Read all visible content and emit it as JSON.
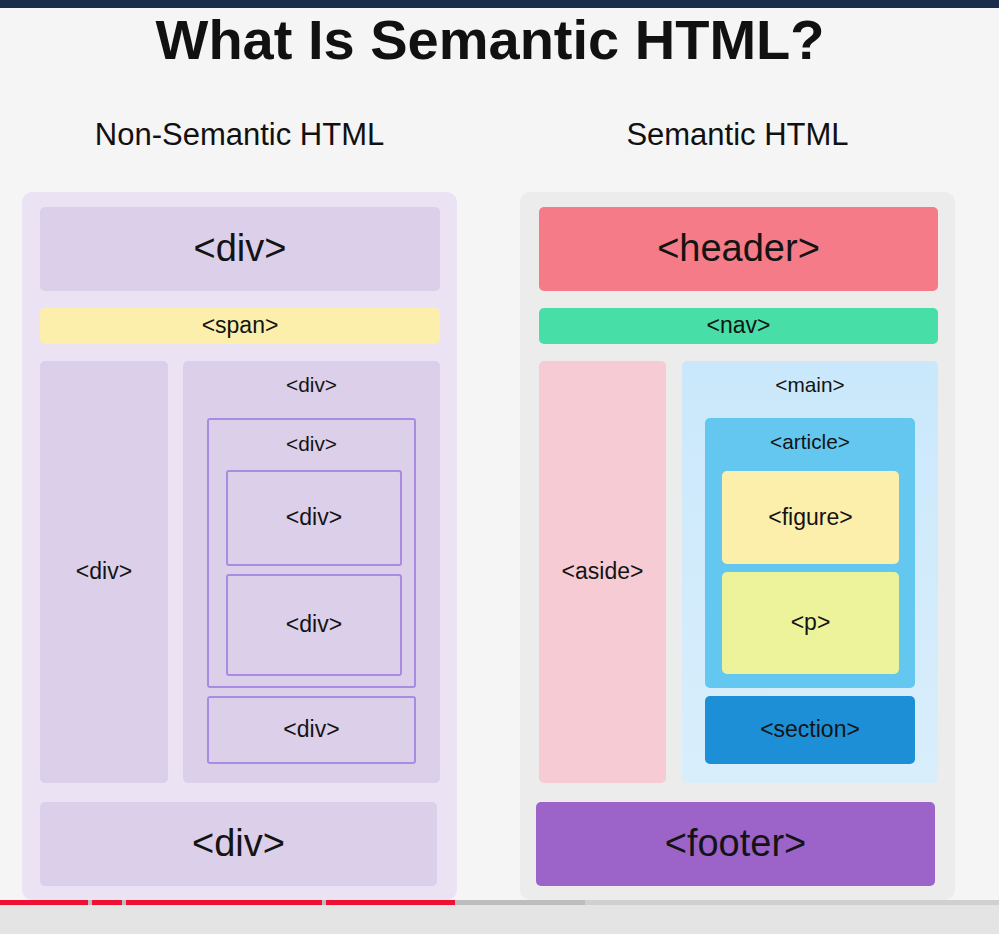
{
  "diagram": {
    "title": "What Is Semantic HTML?",
    "nodes": [
      {
        "text": [
          "<div>"
        ]
      },
      {
        "text": [
          "<span>"
        ]
      },
      {
        "text": [
          "<div>"
        ]
      },
      {
        "text": [
          "<div>"
        ]
      },
      {
        "text": [
          "<div>"
        ],
        "in": 3
      },
      {
        "text": [
          "<div>"
        ],
        "in": 4
      },
      {
        "text": [
          "<div>"
        ],
        "in": 4
      },
      {
        "text": [
          "<div>"
        ],
        "in": 3
      },
      {
        "text": [
          "<div>"
        ]
      },
      {
        "text": [
          "<header>"
        ]
      },
      {
        "text": [
          "<nav>"
        ]
      },
      {
        "text": [
          "<aside>"
        ]
      },
      {
        "text": [
          "<main>"
        ]
      },
      {
        "text": [
          "<article>"
        ],
        "in": 12
      },
      {
        "text": [
          "<figure>"
        ],
        "in": 13
      },
      {
        "text": [
          "<p>"
        ],
        "in": 13
      },
      {
        "text": [
          "<section>"
        ],
        "in": 12
      },
      {
        "text": [
          "<footer>"
        ]
      }
    ],
    "labels": [
      "Non-Semantic HTML",
      "Semantic HTML"
    ]
  }
}
